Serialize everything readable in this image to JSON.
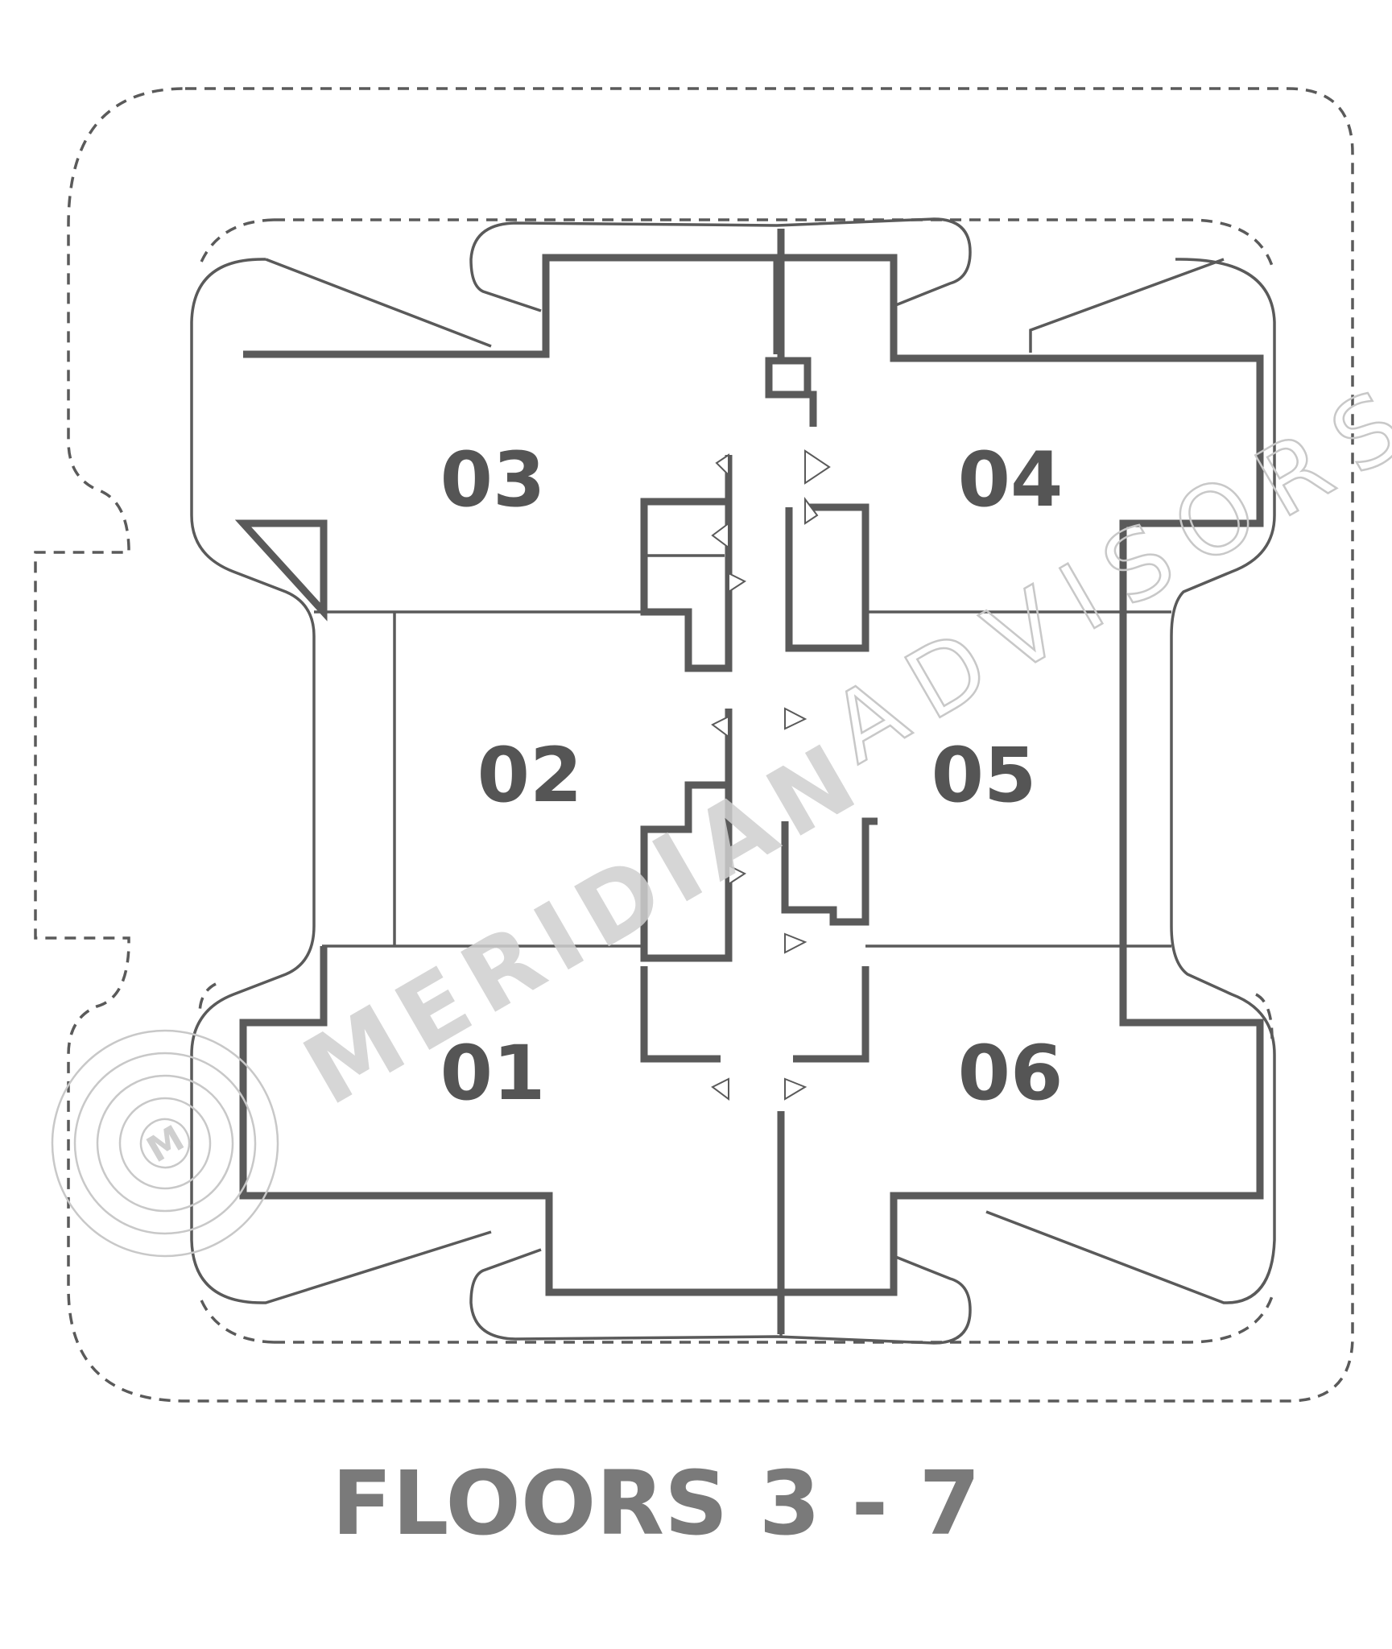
{
  "title": "FLOORS 3 - 7",
  "units": [
    {
      "id": "unit-03",
      "label": "03"
    },
    {
      "id": "unit-04",
      "label": "04"
    },
    {
      "id": "unit-02",
      "label": "02"
    },
    {
      "id": "unit-05",
      "label": "05"
    },
    {
      "id": "unit-01",
      "label": "01"
    },
    {
      "id": "unit-06",
      "label": "06"
    }
  ],
  "watermark": {
    "brand": "MERIDIAN",
    "sub": "ADVISORS",
    "mark": "M"
  },
  "colors": {
    "walls": "#5a5a5a",
    "labels": "#555555",
    "title": "#7a7a7a",
    "watermark": "#c8c8c8"
  }
}
